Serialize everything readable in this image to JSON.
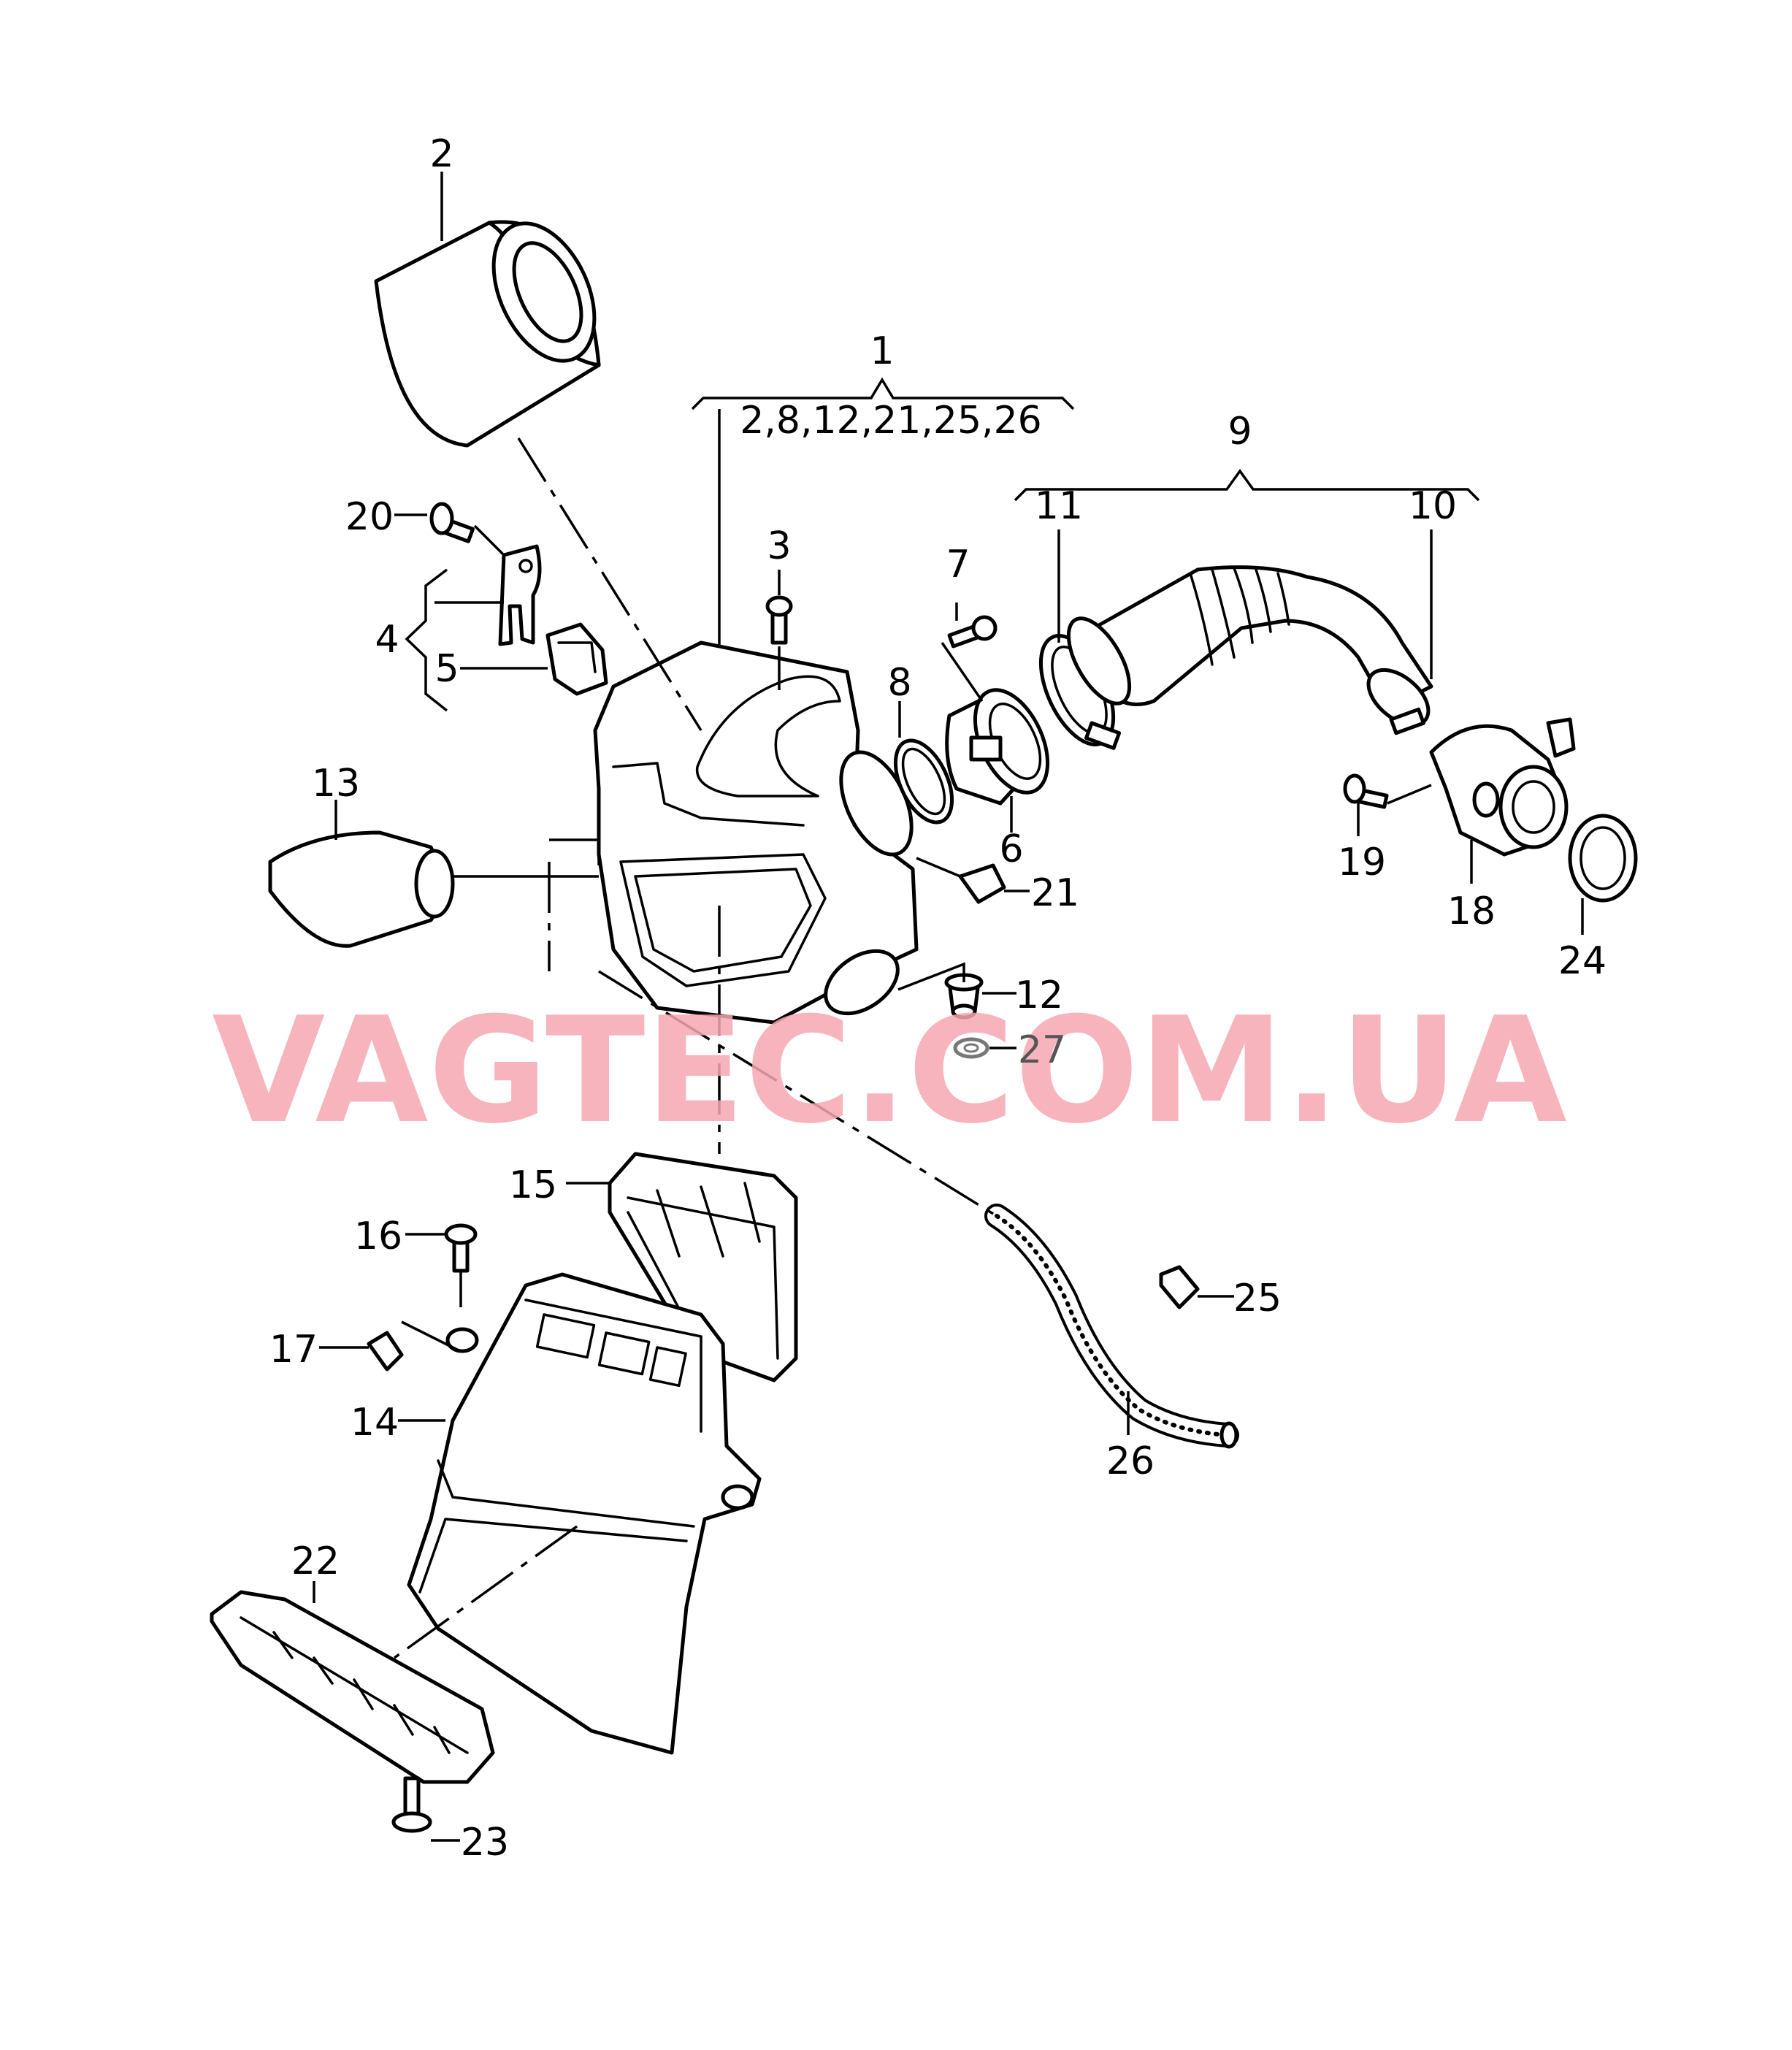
{
  "watermark": "VAGTEC.COM.UA",
  "colors": {
    "watermark": "#f6a7b0",
    "line": "#000000",
    "gray_label": "#555555"
  },
  "callouts": {
    "c1": "1",
    "c1_sub": "2,8,12,21,25,26",
    "c2": "2",
    "c3": "3",
    "c4": "4",
    "c5": "5",
    "c6": "6",
    "c7": "7",
    "c8": "8",
    "c9": "9",
    "c10": "10",
    "c11": "11",
    "c12": "12",
    "c13": "13",
    "c14": "14",
    "c15": "15",
    "c16": "16",
    "c17": "17",
    "c18": "18",
    "c19": "19",
    "c20": "20",
    "c21": "21",
    "c22": "22",
    "c23": "23",
    "c24": "24",
    "c25": "25",
    "c26": "26",
    "c27": "27"
  }
}
